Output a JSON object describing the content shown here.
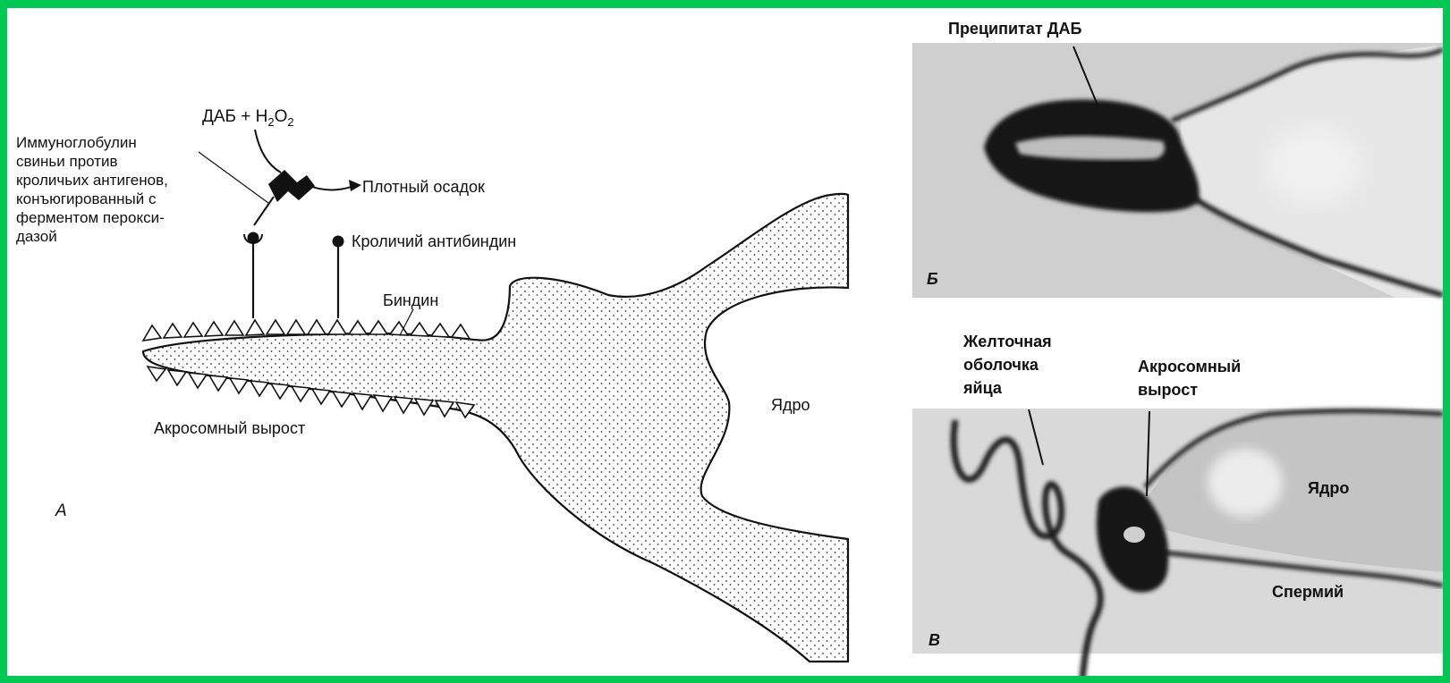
{
  "panel_a": {
    "letter": "А",
    "dab_label": "ДАБ + Н",
    "dab_sub1": "2",
    "dab_mid": "О",
    "dab_sub2": "2",
    "immunoglobulin": [
      "Иммуноглобулин",
      "свиньи против",
      "кроличьих антигенов,",
      "конъюгированный с",
      "ферментом перокси-",
      "дазой"
    ],
    "dense_deposit": "Плотный осадок",
    "rabbit_antibindin": "Кроличий антибиндин",
    "bindin": "Биндин",
    "acrosomal_process": "Акросомный вырост",
    "nucleus": "Ядро"
  },
  "panel_b": {
    "letter": "Б",
    "precipitate": "Преципитат ДАБ"
  },
  "panel_c": {
    "letter": "В",
    "vitelline": [
      "Желточная",
      "оболочка",
      "яйца"
    ],
    "acrosomal": [
      "Акросомный",
      "вырост"
    ],
    "nucleus": "Ядро",
    "sperm": "Спермий"
  },
  "colors": {
    "border": "#00c853",
    "ink": "#111111"
  }
}
